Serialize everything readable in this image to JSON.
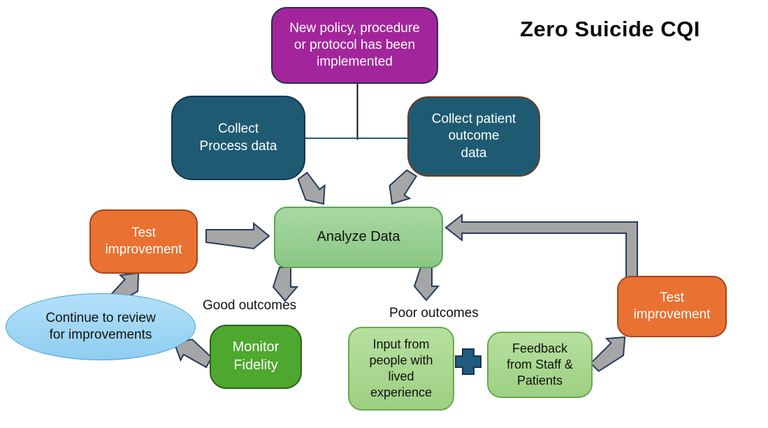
{
  "title": "Zero Suicide CQI",
  "nodes": {
    "policy": "New policy, procedure\nor protocol has been\nimplemented",
    "collect_process": "Collect\nProcess data",
    "collect_outcome": "Collect patient\noutcome\ndata",
    "analyze": "Analyze Data",
    "test_left": "Test\nimprovement",
    "test_right": "Test\nimprovement",
    "continue_review": "Continue to review\nfor improvements",
    "monitor": "Monitor\nFidelity",
    "input_lived": "Input from\npeople with\nlived\nexperience",
    "feedback": "Feedback\nfrom Staff &\nPatients"
  },
  "labels": {
    "good": "Good outcomes",
    "poor": "Poor outcomes"
  },
  "icons": {
    "plus": "plus-icon"
  },
  "colors": {
    "policy_fill": "#A3259B",
    "darkblue_fill": "#1E5B73",
    "darkblue_border_left": "#15344D",
    "darkblue_border_right": "#6E3A20",
    "analyze_fill_top": "#A8D8A1",
    "analyze_fill_bottom": "#8AC783",
    "orange_fill": "#E97132",
    "orange_border": "#A8431C",
    "ellipse_fill": "#A7D9F5",
    "ellipse_border": "#41A0DC",
    "monitor_fill": "#4EA72E",
    "lightgreen_fill": "#AEDB96",
    "lightgreen_border": "#68A94C",
    "plus_fill": "#1F5C7D",
    "arrow_fill": "#A6A6A6",
    "arrow_stroke": "#253C5C",
    "connector_teal": "#1F5C73",
    "connector_black": "#111111",
    "text_dark": "#111111",
    "text_light": "#FFFFFF"
  }
}
